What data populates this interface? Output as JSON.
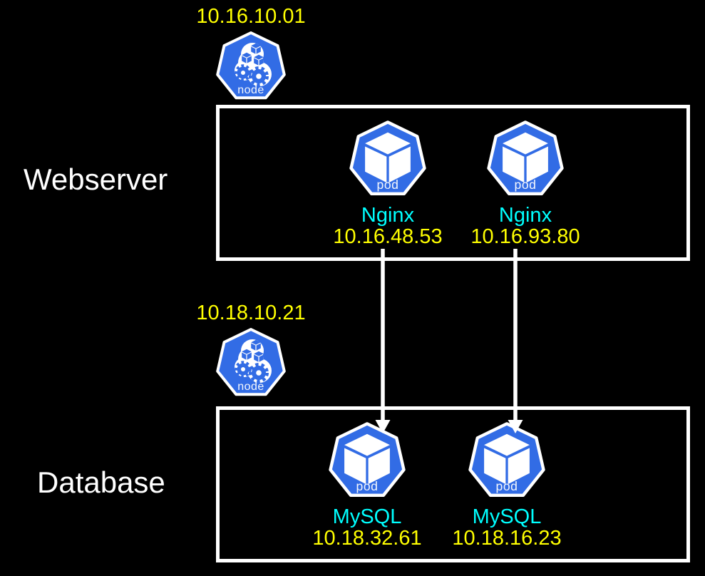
{
  "colors": {
    "background": "#000000",
    "kubernetes_blue": "#326CE5",
    "ip_text_yellow": "#FFFF00",
    "pod_name_cyan": "#00FFFF",
    "border_white": "#FFFFFF"
  },
  "icons": {
    "node_label": "node",
    "pod_label": "pod"
  },
  "tiers": [
    {
      "label": "Webserver",
      "node_ip": "10.16.10.01",
      "pods": [
        {
          "name": "Nginx",
          "ip": "10.16.48.53"
        },
        {
          "name": "Nginx",
          "ip": "10.16.93.80"
        }
      ]
    },
    {
      "label": "Database",
      "node_ip": "10.18.10.21",
      "pods": [
        {
          "name": "MySQL",
          "ip": "10.18.32.61"
        },
        {
          "name": "MySQL",
          "ip": "10.18.16.23"
        }
      ]
    }
  ],
  "connections": [
    {
      "from_pod": "Nginx 10.16.48.53",
      "to_pod": "MySQL 10.18.32.61"
    },
    {
      "from_pod": "Nginx 10.16.93.80",
      "to_pod": "MySQL 10.18.16.23"
    }
  ]
}
